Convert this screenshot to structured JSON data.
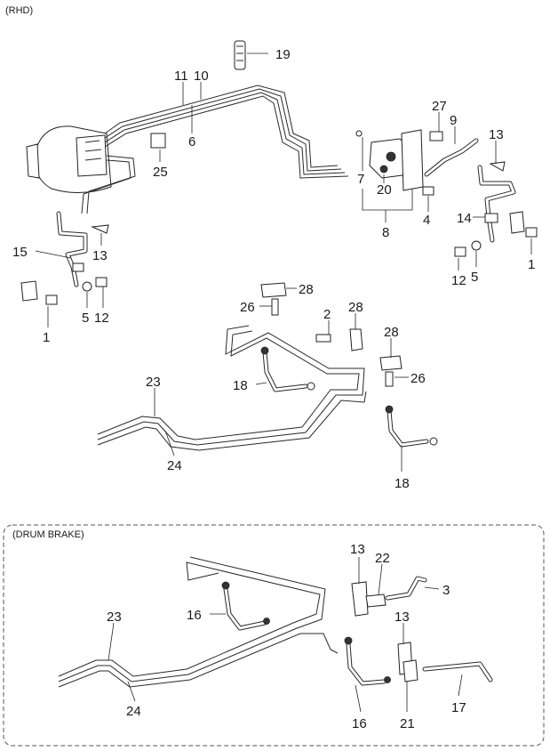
{
  "sections": {
    "rhd": {
      "title": "(RHD)"
    },
    "drum_brake": {
      "title": "(DRUM BRAKE)"
    }
  },
  "callouts": {
    "c19": "19",
    "c11": "11",
    "c10": "10",
    "c6": "6",
    "c25": "25",
    "c27": "27",
    "c9": "9",
    "c13a": "13",
    "c7": "7",
    "c20": "20",
    "c8": "8",
    "c4": "4",
    "c14": "14",
    "c1a": "1",
    "c12a": "12",
    "c5a": "5",
    "c15": "15",
    "c13b": "13",
    "c5b": "5",
    "c12b": "12",
    "c1b": "1",
    "c28a": "28",
    "c26a": "26",
    "c2": "2",
    "c28b": "28",
    "c28c": "28",
    "c23a": "23",
    "c18a": "18",
    "c26b": "26",
    "c24a": "24",
    "c18b": "18",
    "c13c": "13",
    "c22": "22",
    "c3": "3",
    "c16a": "16",
    "c23b": "23",
    "c24b": "24",
    "c13d": "13",
    "c16b": "16",
    "c21": "21",
    "c17": "17"
  }
}
